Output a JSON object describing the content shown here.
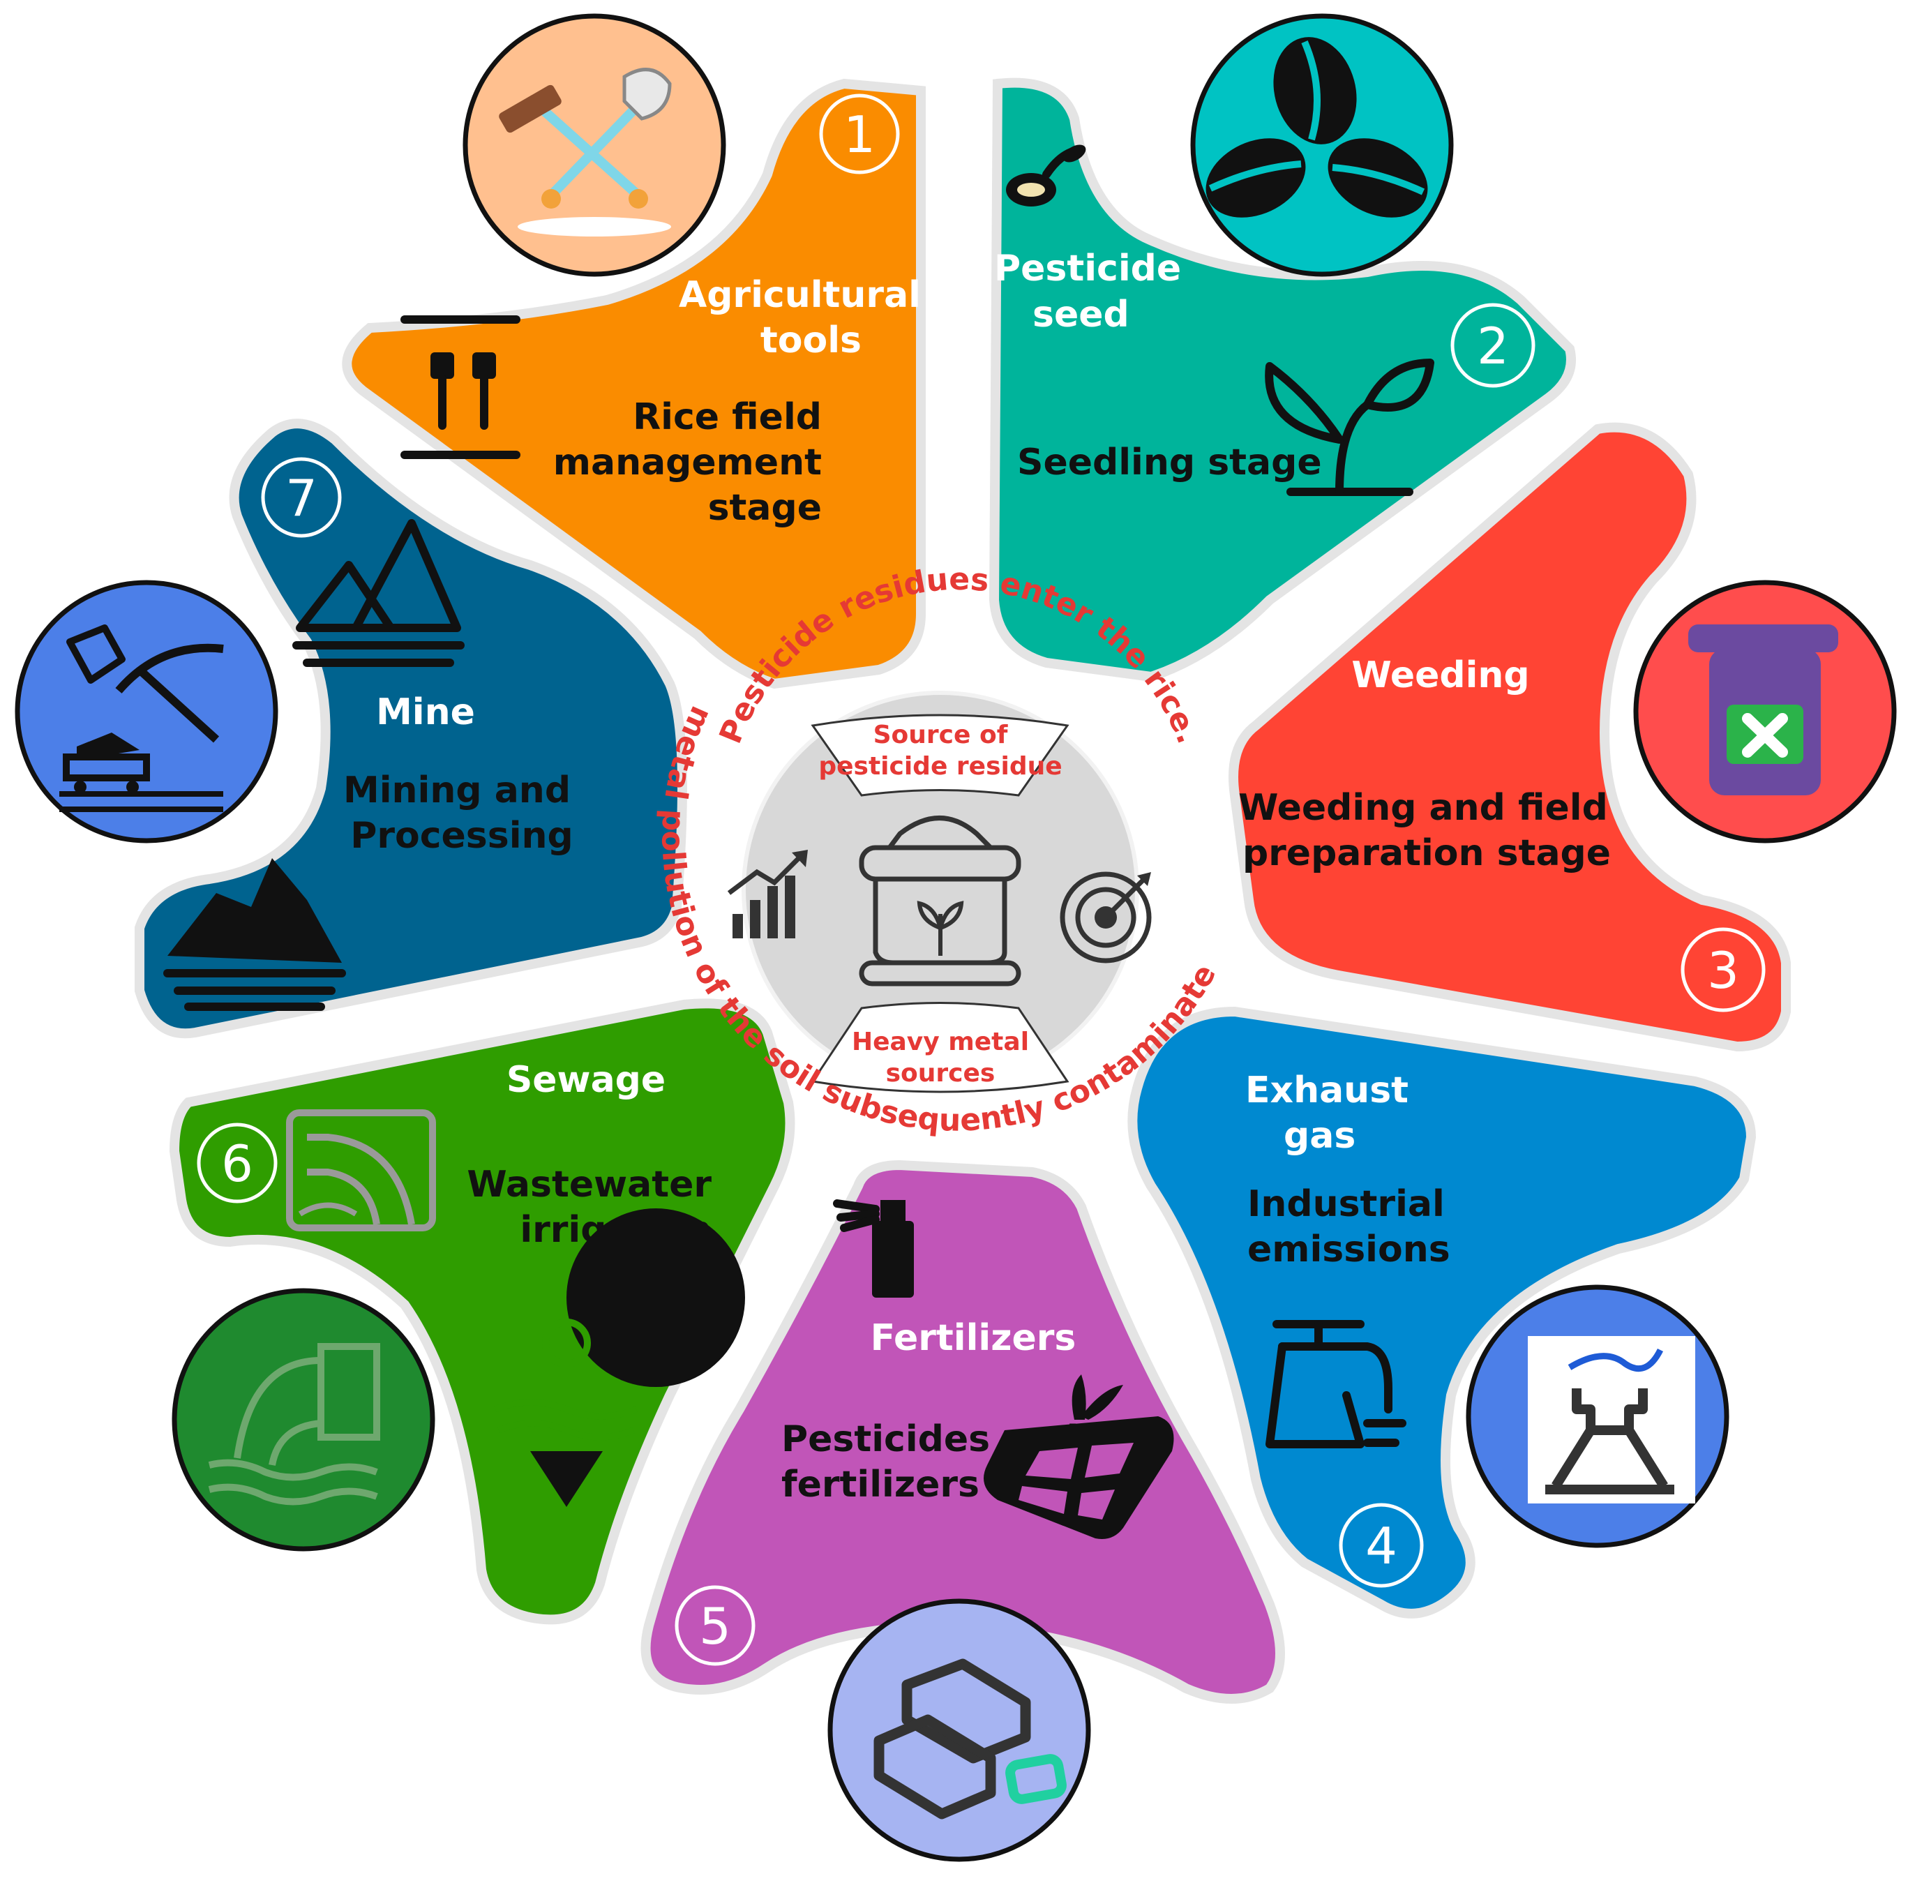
{
  "colors": {
    "agri": "#FA8C00",
    "seed": "#00B49B",
    "weeding": "#FF4434",
    "exhaust": "#0089D0",
    "fert": "#C155B8",
    "sewage": "#2F9D00",
    "mine": "#00638F",
    "hub": "#D8D8D8",
    "ring_text": "#E53935"
  },
  "segments": {
    "agri": {
      "number": "1",
      "title": "Agricultural tools",
      "title_l1": "Agricultural",
      "title_l2": "tools",
      "stage_l1": "Rice field",
      "stage_l2": "management",
      "stage_l3": "stage"
    },
    "seed": {
      "number": "2",
      "title_l1": "Pesticide",
      "title_l2": "seed",
      "stage": "Seedling stage"
    },
    "weeding": {
      "number": "3",
      "title": "Weeding",
      "stage_l1": "Weeding and field",
      "stage_l2": "preparation stage"
    },
    "exhaust": {
      "number": "4",
      "title_l1": "Exhaust",
      "title_l2": "gas",
      "stage_l1": "Industrial",
      "stage_l2": "emissions"
    },
    "fert": {
      "number": "5",
      "title": "Fertilizers",
      "stage_l1": "Pesticides and",
      "stage_l2": "fertilizers"
    },
    "sewage": {
      "number": "6",
      "title": "Sewage",
      "stage_l1": "Wastewater",
      "stage_l2": "irrigation"
    },
    "mine": {
      "number": "7",
      "title": "Mine",
      "stage_l1": "Mining and",
      "stage_l2": "Processing"
    }
  },
  "ring": {
    "top": "Pesticide residues enter the rice.",
    "bottom": "Heavy metal pollution of the soil subsequently contaminates rice."
  },
  "hub": {
    "top_l1": "Source of",
    "top_l2": "pesticide residue",
    "bottom_l1": "Heavy metal",
    "bottom_l2": "sources"
  },
  "icons": [
    "shovel-rake-icon",
    "coffee-beans-icon",
    "weight-cross-icon",
    "power-plant-icon",
    "gold-bars-icon",
    "drain-pipe-icon",
    "mining-pickaxe-icon",
    "sprout-seed-icon",
    "plant-icon",
    "factory-tap-icon",
    "spray-bottle-icon",
    "fertilizer-tray-icon",
    "sewage-pipe-icon",
    "water-pin-icon",
    "mountain-icon",
    "rocks-icon",
    "shovel-pair-icon",
    "growth-chart-icon",
    "rice-sack-icon",
    "target-icon"
  ]
}
